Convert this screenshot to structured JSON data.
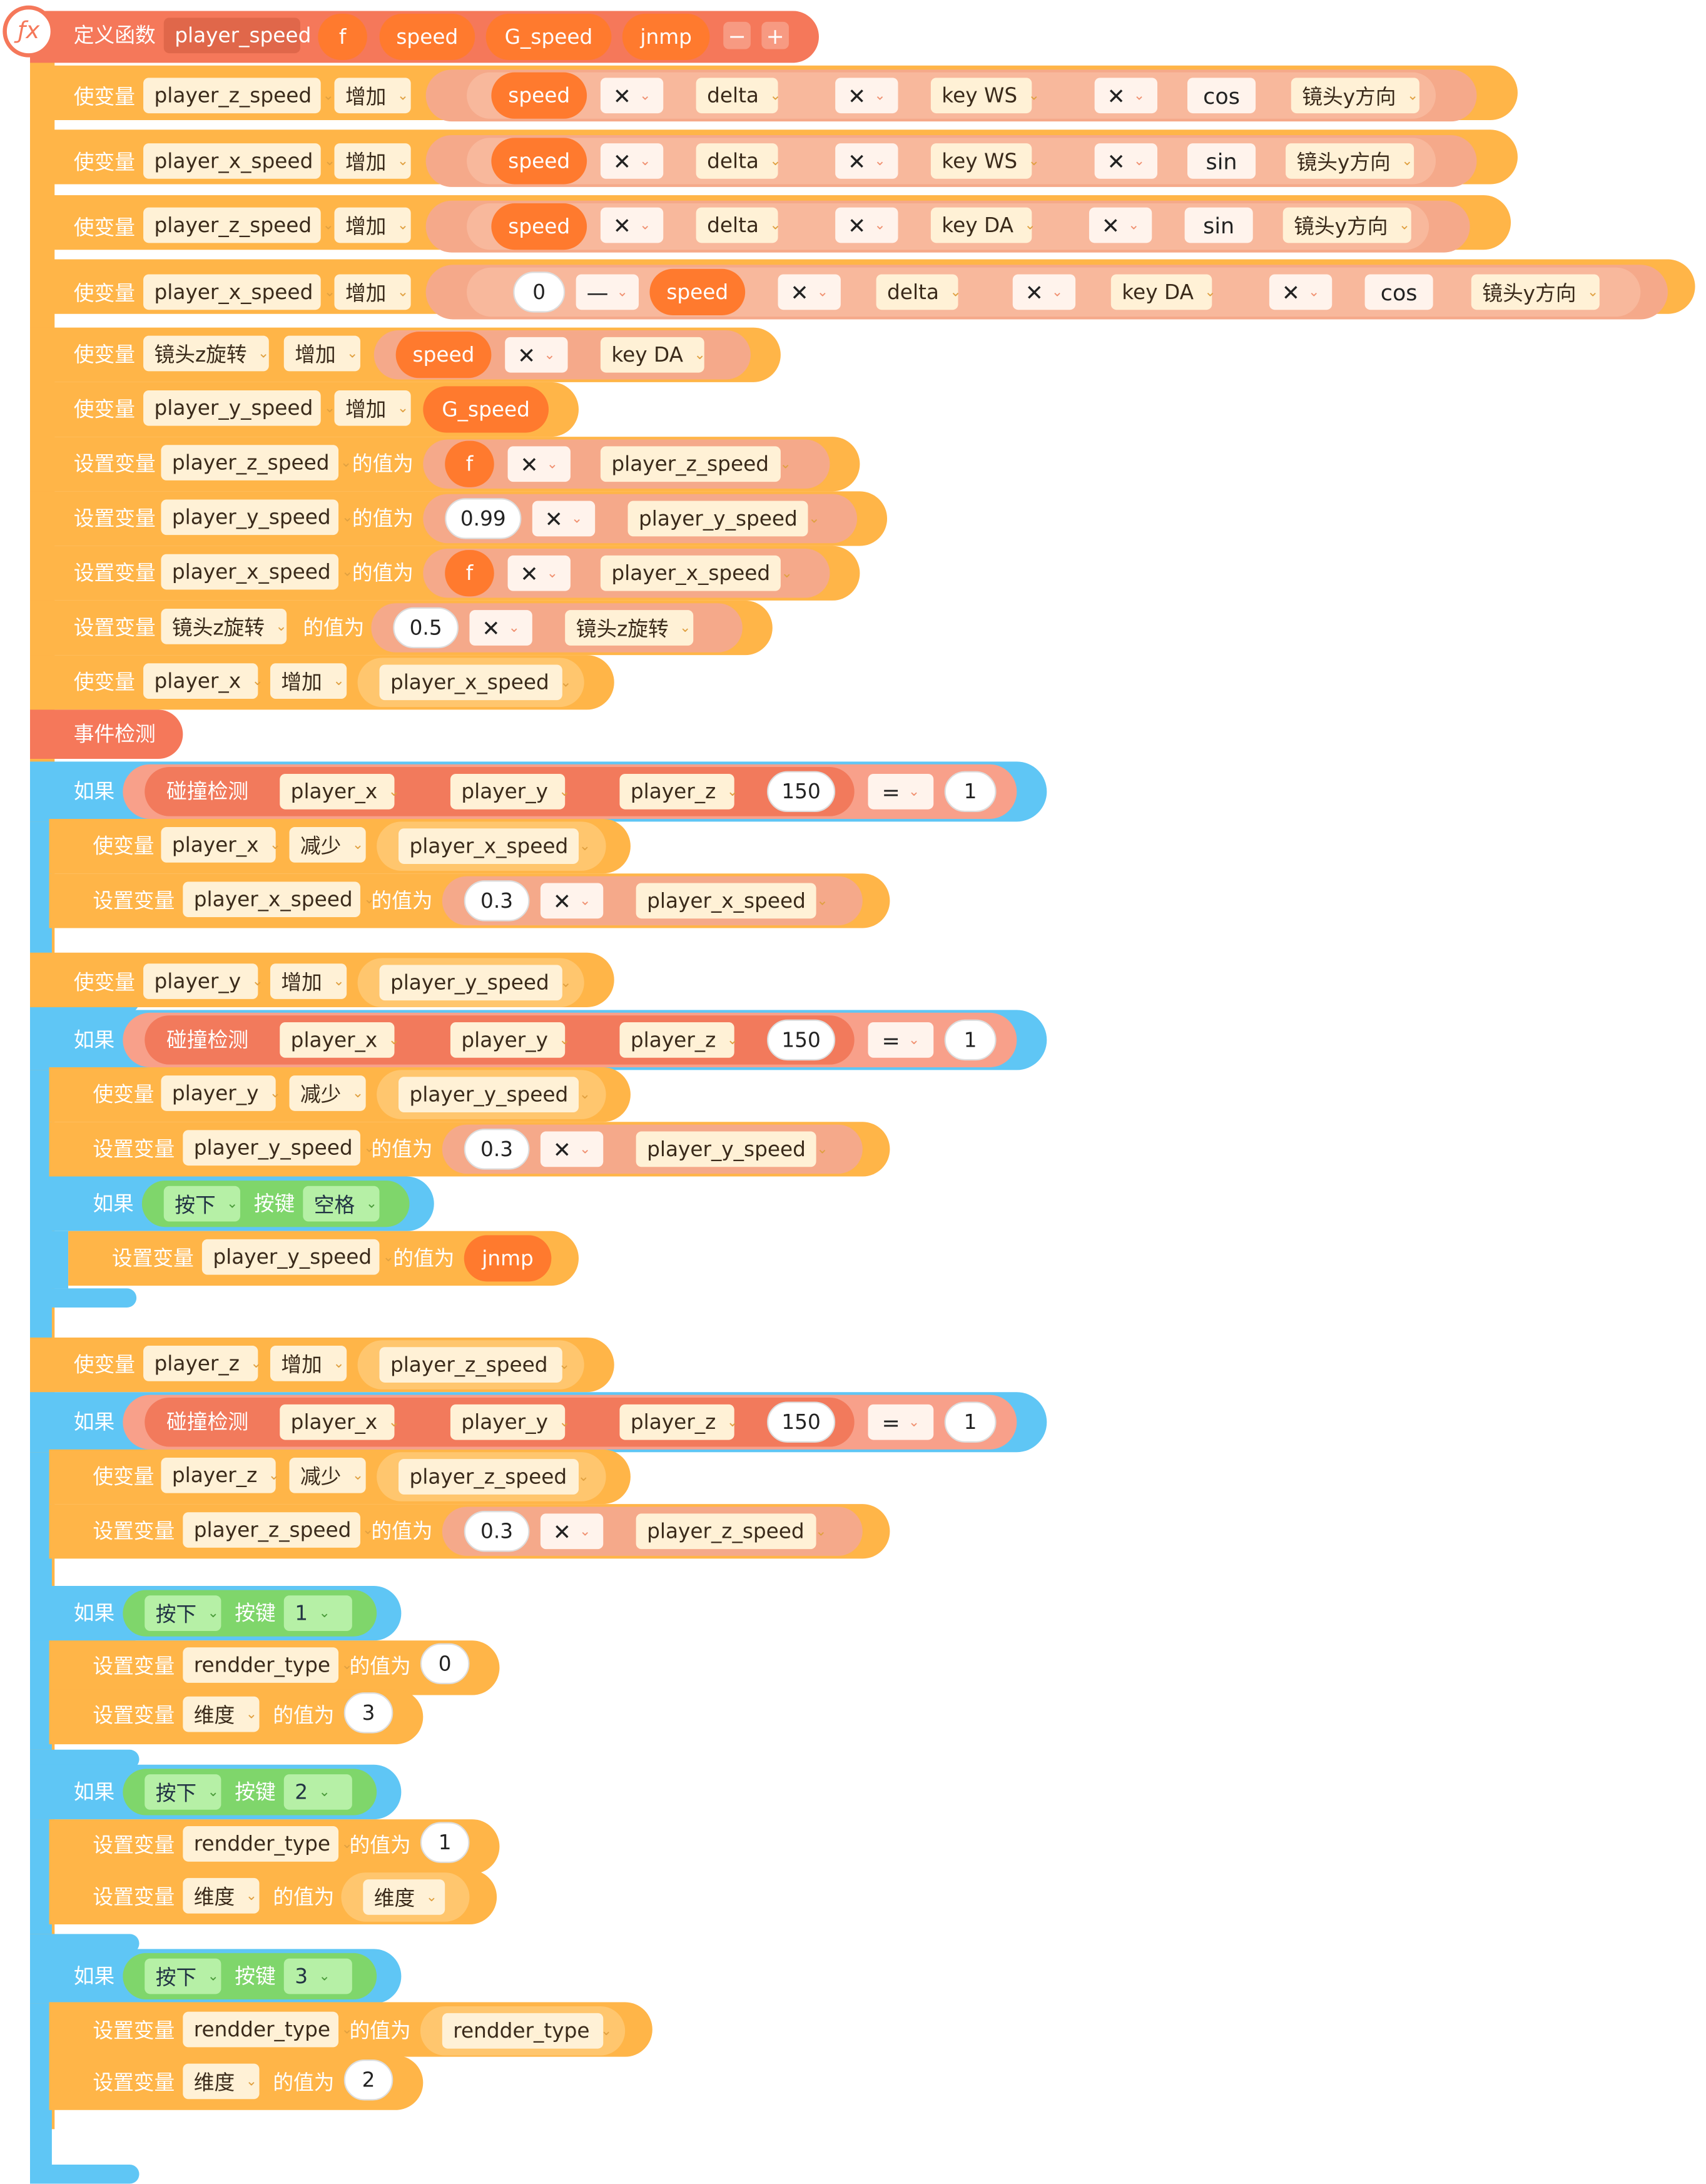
{
  "func": {
    "title": "定义函数",
    "name": "player_speed",
    "params": [
      "f",
      "speed",
      "G_speed",
      "jnmp"
    ],
    "minus": "−",
    "plus": "+",
    "icon_glyph": "ƒx"
  },
  "ops": {
    "mul": "✕",
    "sub": "—",
    "eq": "=",
    "arrow": "⌄"
  },
  "words": {
    "use_var": "使变量",
    "set_var": "设置变量",
    "inc": "增加",
    "dec": "减少",
    "value_of": "的值为",
    "event": "事件检测",
    "if": "如果",
    "collide": "碰撞检测",
    "press": "按下",
    "key": "按键"
  },
  "vars": {
    "px": "player_x",
    "py": "player_y",
    "pz": "player_z",
    "pxs": "player_x_speed",
    "pys": "player_y_speed",
    "pzs": "player_z_speed",
    "camz": "镜头z旋转",
    "camy": "镜头y方向",
    "rt": "rendder_type",
    "dim": "维度",
    "keyws": "key WS",
    "keyda": "key DA",
    "delta": "delta",
    "cos": "cos",
    "sin": "sin",
    "space": "空格"
  },
  "nums": {
    "n0": "0",
    "n1": "1",
    "n2": "2",
    "n3": "3",
    "n099": "0.99",
    "n05": "0.5",
    "n03": "0.3",
    "n150": "150"
  },
  "colors": {
    "orange": "#ffb548",
    "blue": "#5fc6f5",
    "red_func": "#f5785a",
    "param": "#ff7a2e",
    "green": "#7fd66b"
  }
}
